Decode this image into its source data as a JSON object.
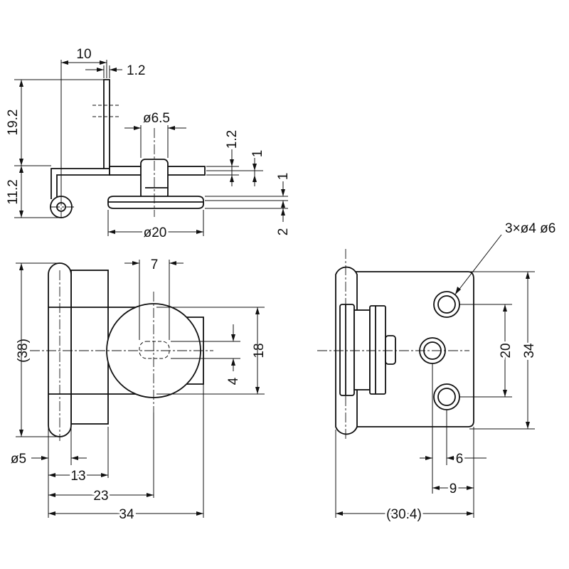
{
  "diagram": {
    "top_view_dims": {
      "d10": "10",
      "d1_2_top": "1.2",
      "d19_2": "19.2",
      "d11_2": "11.2",
      "d6_5": "ø6.5",
      "d1_2_mid": "1.2",
      "d1_a": "1",
      "d1_b": "1",
      "d2": "2",
      "d20": "ø20"
    },
    "front_view_dims": {
      "d7": "7",
      "d38": "(38)",
      "d18": "18",
      "d4": "4",
      "d5": "ø5",
      "d13": "13",
      "d23": "23",
      "d34": "34"
    },
    "side_view_dims": {
      "holes": "3×ø4 ø6",
      "d20": "20",
      "d34": "34",
      "d6": "6",
      "d9": "9",
      "d30_4": "(30.4)"
    }
  }
}
